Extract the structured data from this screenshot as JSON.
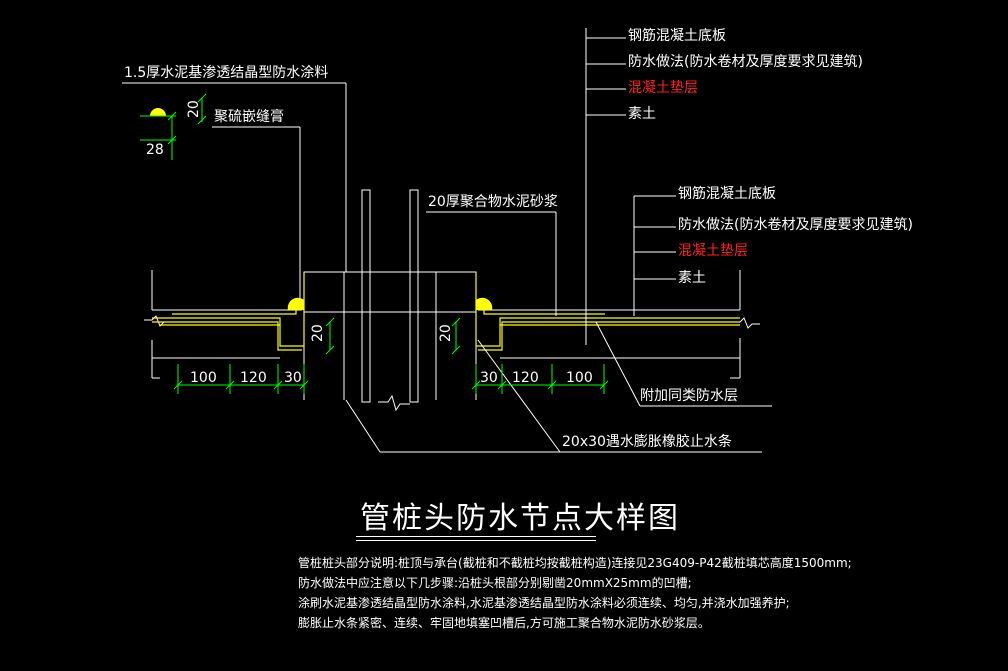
{
  "labels": {
    "coating": "1.5厚水泥基渗透结晶型防水涂料",
    "sealant": "聚硫嵌缝膏",
    "dim_20_top": "20",
    "dim_28": "28",
    "mortar": "20厚聚合物水泥砂浆",
    "stack_right_top": [
      "钢筋混凝土底板",
      "防水做法(防水卷材及厚度要求见建筑)",
      "混凝土垫层",
      "素土"
    ],
    "stack_right_mid": [
      "钢筋混凝土底板",
      "防水做法(防水卷材及厚度要求见建筑)",
      "混凝土垫层",
      "素土"
    ],
    "extra_layer": "附加同类防水层",
    "water_stop": "20x30遇水膨胀橡胶止水条",
    "dims_left": [
      "100",
      "120",
      "30"
    ],
    "dims_right": [
      "30",
      "120",
      "100"
    ],
    "dim_20_left": "20",
    "dim_20_right": "20"
  },
  "title": "管桩头防水节点大样图",
  "notes": [
    "管桩桩头部分说明:桩顶与承台(截桩和不截桩均按截桩构造)连接见23G409-P42截桩填芯高度1500mm;",
    "防水做法中应注意以下几步骤:沿桩头根部分别剔凿20mmX25mm的凹槽;",
    "涂刷水泥基渗透结晶型防水涂料,水泥基渗透结晶型防水涂料必须连续、均匀,并浇水加强养护;",
    "膨胀止水条紧密、连续、牢固地填塞凹槽后,方可施工聚合物水泥防水砂浆层。"
  ],
  "colors": {
    "background": "#000000",
    "line_white": "#ffffff",
    "line_yellow": "#ffff00",
    "line_green": "#00ff00",
    "text_red": "#ff2020",
    "sealant_fill": "#ffff00"
  }
}
